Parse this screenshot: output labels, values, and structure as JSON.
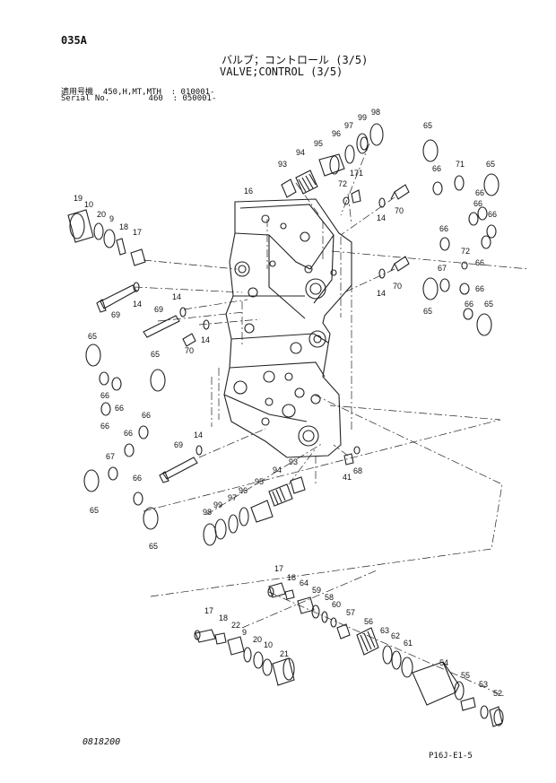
{
  "header": {
    "page_code": "035A",
    "title_jp": "バルブ；コントロール (3/5)",
    "title_en": "VALVE;CONTROL (3/5)",
    "serial_line_1": "適用号機  450,H,MT,MTH  : 010001-",
    "serial_line_2": "Serial No.        460  : 050001-"
  },
  "footer": {
    "doc_number": "0818200",
    "page_ref": "P16J-E1-5"
  },
  "part_labels": [
    "98",
    "99",
    "97",
    "96",
    "95",
    "93",
    "94",
    "171",
    "72",
    "16",
    "19",
    "10",
    "20",
    "9",
    "18",
    "17",
    "14",
    "70",
    "69",
    "41",
    "68",
    "65",
    "66",
    "71",
    "67",
    "22",
    "21",
    "64",
    "59",
    "58",
    "60",
    "57",
    "56",
    "63",
    "62",
    "61",
    "54",
    "55",
    "53",
    "52"
  ]
}
